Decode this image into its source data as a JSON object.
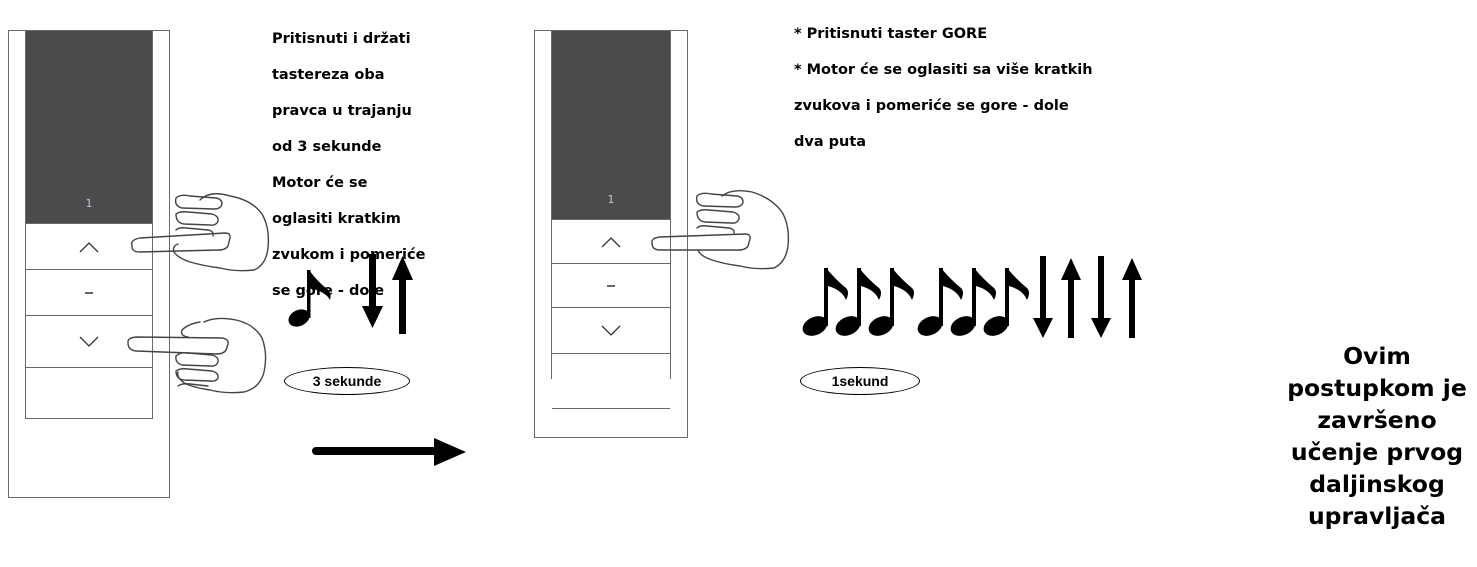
{
  "remote_left": {
    "channel": "1",
    "buttons": [
      {
        "icon": "chevron-up-icon",
        "glyph": "^"
      },
      {
        "icon": "stop-dash-icon",
        "glyph": "-"
      },
      {
        "icon": "chevron-down-icon",
        "glyph": "v"
      }
    ]
  },
  "remote_right": {
    "channel": "1",
    "buttons": [
      {
        "icon": "chevron-up-icon",
        "glyph": "^"
      },
      {
        "icon": "stop-dash-icon",
        "glyph": "-"
      },
      {
        "icon": "chevron-down-icon",
        "glyph": "v"
      }
    ]
  },
  "step1": {
    "lines": [
      "  Pritisnuti i držati",
      "tastereza oba",
      "pravca u trajanju",
      "od 3 sekunde",
      "   Motor će se",
      "oglasiti kratkim",
      "zvukom i pomeriće",
      "se gore - dole"
    ],
    "duration_label": "3 sekunde"
  },
  "step2": {
    "lines": [
      "* Pritisnuti taster GORE",
      "*  Motor će se oglasiti sa više kratkih",
      "zvukova i pomeriće se gore - dole",
      "dva puta"
    ],
    "duration_label": "1sekund"
  },
  "final_message": {
    "lines": [
      "Ovim",
      "postupkom je",
      "završeno",
      "učenje prvog",
      "daljinskog",
      "upravljača"
    ]
  }
}
